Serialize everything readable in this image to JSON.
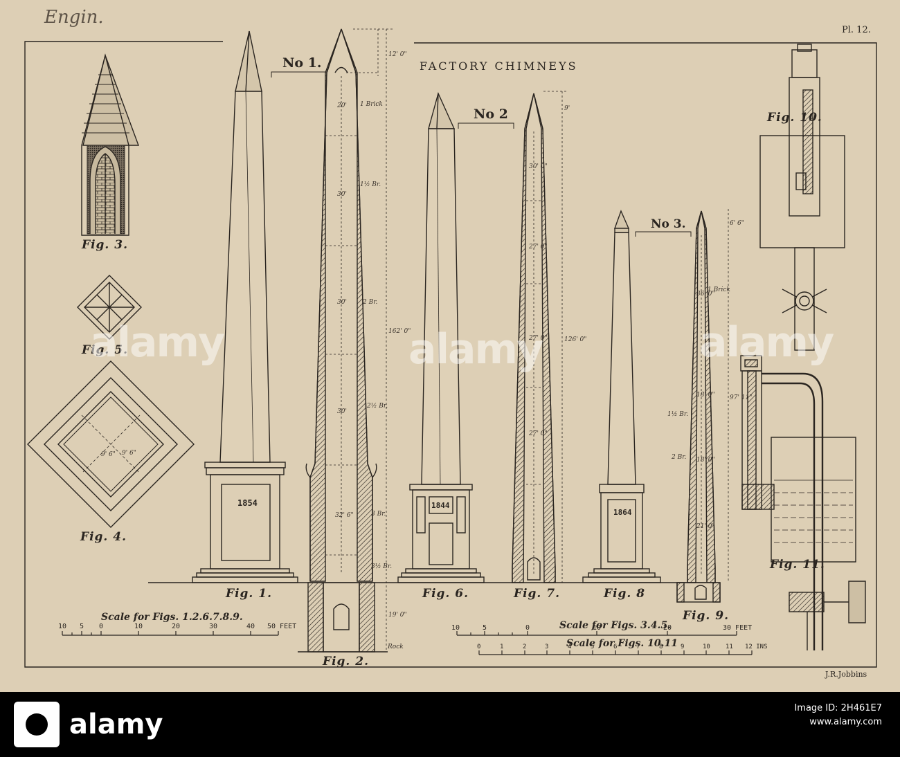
{
  "plate": {
    "handwritten_note": "Engin.",
    "plate_number": "Pl. 12.",
    "title": "FACTORY CHIMNEYS",
    "engraver": "J.R.Jobbins",
    "chimney_labels": [
      "No 1.",
      "No 2",
      "No 3."
    ],
    "dates": [
      "1854",
      "1844",
      "1864"
    ],
    "figures": [
      "Fig. 1.",
      "Fig. 2.",
      "Fig. 3.",
      "Fig. 4.",
      "Fig. 5.",
      "Fig. 6.",
      "Fig. 7.",
      "Fig. 8",
      "Fig. 9.",
      "Fig. 10.",
      "Fig. 11."
    ],
    "scales": {
      "a_label": "Scale for Figs. 1.2.6.7.8.9.",
      "a_ticks": [
        "10",
        "5",
        "0",
        "10",
        "20",
        "30",
        "40",
        "50 FEET"
      ],
      "b_label": "Scale for Figs. 3.4.5.",
      "b_ticks": [
        "10",
        "5",
        "0",
        "10",
        "20",
        "30 FEET"
      ],
      "c_label": "Scale for Figs. 10.11",
      "c_ticks": [
        "0",
        "1",
        "2",
        "3",
        "4",
        "5",
        "6",
        "7",
        "8",
        "9",
        "10",
        "11",
        "12 INS"
      ]
    },
    "fig2_annotations": [
      "1 Brick",
      "1½ Br.",
      "2 Br.",
      "2½ Br.",
      "3 Br.",
      "3½ Br.",
      "Rock"
    ],
    "fig2_dimensions": [
      "20'",
      "30'",
      "30'",
      "30'",
      "32' 6\"",
      "162' 0\"",
      "12' 0\"",
      "19' 0\""
    ],
    "fig4_dimensions": [
      "9' 6\"",
      "9' 6\""
    ],
    "fig7_dimensions": [
      "30' 0\"",
      "27' 0\"",
      "27' 0\"",
      "27' 0\"",
      "126' 0\"",
      "9'"
    ],
    "fig9_annotations": [
      "1 Brick",
      "1½ Br.",
      "2 Br."
    ],
    "fig9_dimensions": [
      "36' 0\"",
      "18' 0\"",
      "18' 0\"",
      "21' 0\"",
      "97' 11\"",
      "6' 6\""
    ]
  },
  "stock": {
    "logo_text": "alamy",
    "watermark": "alamy",
    "image_id_label": "Image ID: 2H461E7",
    "site": "www.alamy.com"
  },
  "colors": {
    "paper": "#ddcfb5",
    "ink": "#2a2520",
    "footer": "#000000"
  }
}
